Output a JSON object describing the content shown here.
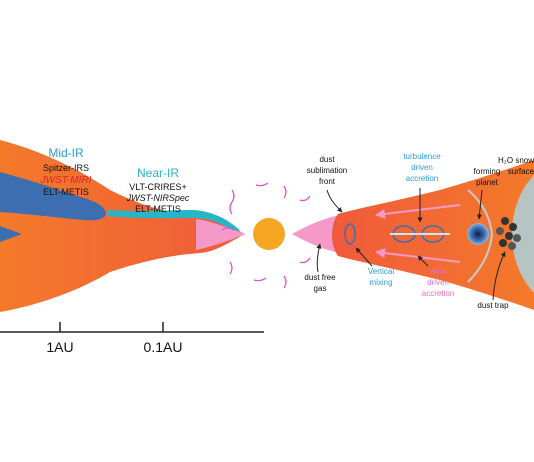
{
  "left_panel": {
    "mid_ir": {
      "title": "Mid-IR",
      "instruments": [
        "Spitzer-IRS",
        "JWST-MIRI",
        "ELT-METIS"
      ],
      "colors": [
        "#111111",
        "#d62728",
        "#111111"
      ]
    },
    "near_ir": {
      "title": "Near-IR",
      "instruments": [
        "VLT-CRIRES+",
        "JWST-NIRSpec",
        "ELT-METIS"
      ]
    }
  },
  "axis": {
    "ticks": [
      "1AU",
      "0.1AU"
    ]
  },
  "right_panel": {
    "dust_sublimation": [
      "dust",
      "sublimation",
      "front"
    ],
    "dust_free_gas": [
      "dust free",
      "gas"
    ],
    "turbulence": [
      "turbulence",
      "driven",
      "accretion"
    ],
    "vertical_mixing": [
      "Vertical",
      "mixing"
    ],
    "wind": [
      "wind",
      "driven",
      "accretion"
    ],
    "forming_planet": [
      "forming",
      "planet"
    ],
    "snow_surface": [
      "H₂O snow",
      "surface"
    ],
    "dust_trap": "dust trap"
  },
  "colors": {
    "disk_orange": "#f47a2a",
    "disk_red": "#f05a3c",
    "disk_blue": "#3d6fb0",
    "cyan": "#27b6c8",
    "pink": "#f59ac8",
    "star": "#f5a623",
    "label_blue": "#2a9fd6",
    "label_pink": "#e86fc4"
  }
}
